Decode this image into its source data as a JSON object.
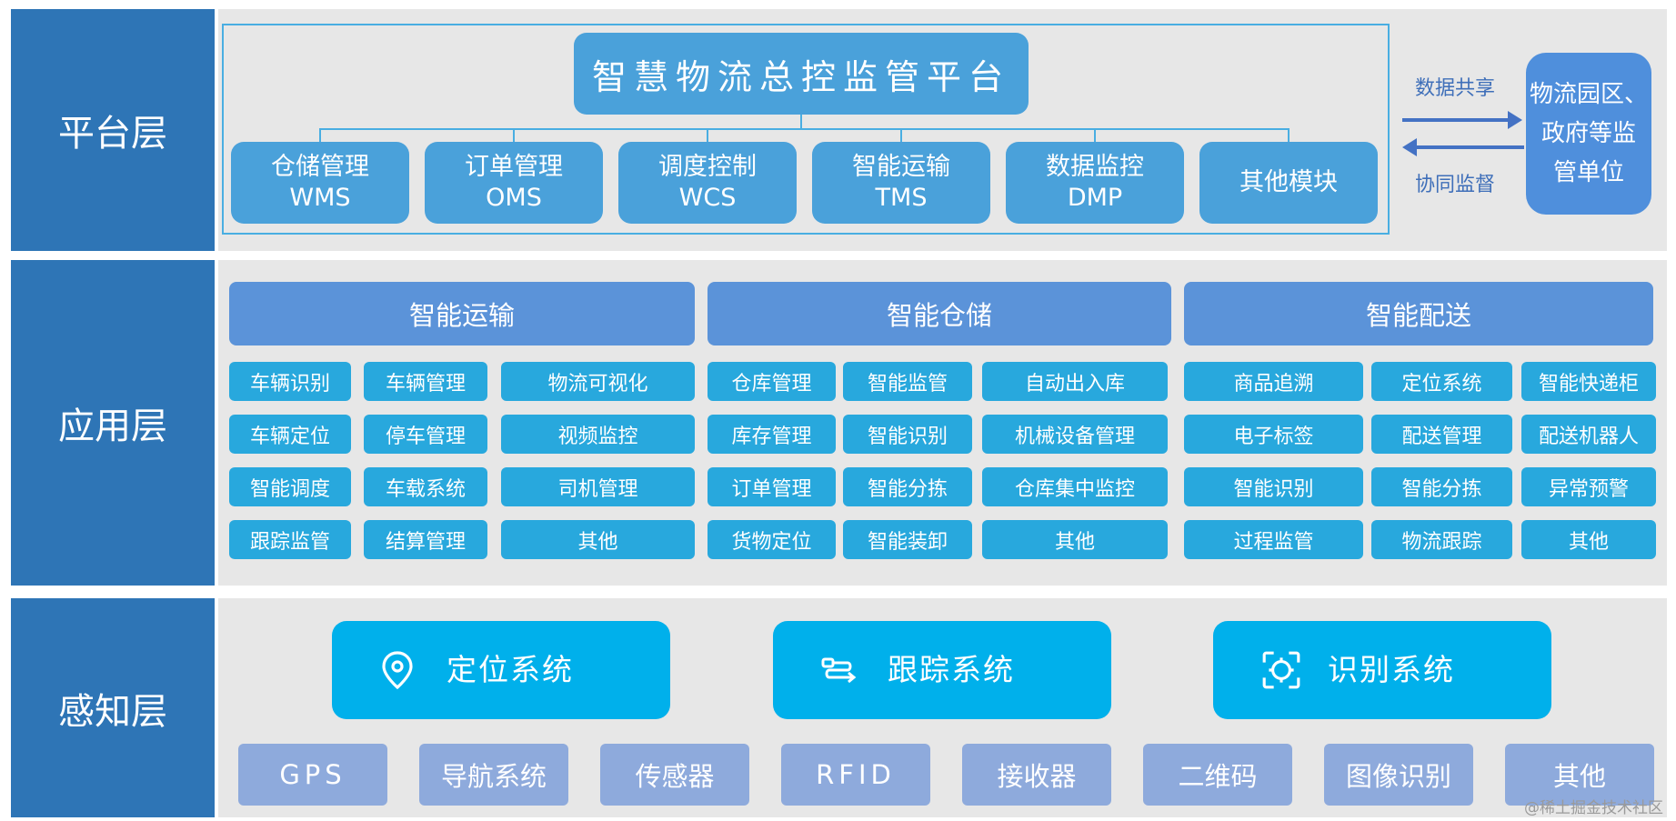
{
  "layers": {
    "platform": "平台层",
    "application": "应用层",
    "perception": "感知层"
  },
  "platform": {
    "main_title": "智慧物流总控监管平台",
    "modules": [
      {
        "name": "仓储管理",
        "code": "WMS"
      },
      {
        "name": "订单管理",
        "code": "OMS"
      },
      {
        "name": "调度控制",
        "code": "WCS"
      },
      {
        "name": "智能运输",
        "code": "TMS"
      },
      {
        "name": "数据监控",
        "code": "DMP"
      },
      {
        "name": "其他模块",
        "code": ""
      }
    ],
    "data_share": "数据共享",
    "co_supervision": "协同监督",
    "external_lines": [
      "物流园区、",
      "政府等监",
      "管单位"
    ]
  },
  "application": {
    "groups": [
      {
        "title": "智能运输",
        "items": [
          "车辆识别",
          "车辆管理",
          "物流可视化",
          "车辆定位",
          "停车管理",
          "视频监控",
          "智能调度",
          "车载系统",
          "司机管理",
          "跟踪监管",
          "结算管理",
          "其他"
        ]
      },
      {
        "title": "智能仓储",
        "items": [
          "仓库管理",
          "智能监管",
          "自动出入库",
          "库存管理",
          "智能识别",
          "机械设备管理",
          "订单管理",
          "智能分拣",
          "仓库集中监控",
          "货物定位",
          "智能装卸",
          "其他"
        ]
      },
      {
        "title": "智能配送",
        "items": [
          "商品追溯",
          "定位系统",
          "智能快递柜",
          "电子标签",
          "配送管理",
          "配送机器人",
          "智能识别",
          "智能分拣",
          "异常预警",
          "过程监管",
          "物流跟踪",
          "其他"
        ]
      }
    ]
  },
  "perception": {
    "systems": [
      {
        "label": "定位系统",
        "icon": "location-pin-icon"
      },
      {
        "label": "跟踪系统",
        "icon": "tracking-route-icon"
      },
      {
        "label": "识别系统",
        "icon": "scan-target-icon"
      }
    ],
    "devices": [
      "GPS",
      "导航系统",
      "传感器",
      "RFID",
      "接收器",
      "二维码",
      "图像识别",
      "其他"
    ]
  },
  "watermark": "@稀土掘金技术社区",
  "colors": {
    "layer_label": "#2e75b6",
    "panel_bg": "#e7e7e7",
    "platform_box": "#4aa1da",
    "app_header": "#5b93d9",
    "app_item": "#28a8dd",
    "sense_system": "#00b0eb",
    "sense_device": "#8eaadc",
    "arrow": "#4472c4"
  }
}
